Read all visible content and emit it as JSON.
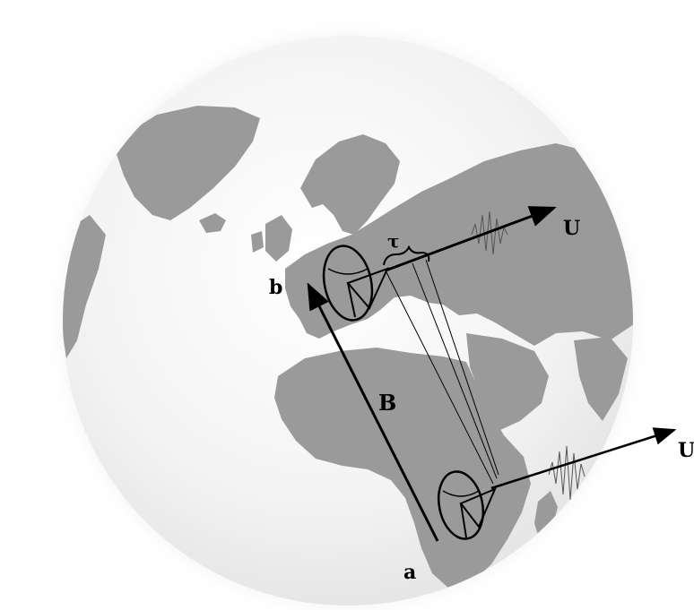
{
  "labels": {
    "point_a": "a",
    "point_b": "b",
    "baseline": "B",
    "delay": "τ",
    "source_direction_1": "U",
    "source_direction_2": "U"
  },
  "colors": {
    "ocean": "#f2f2f2",
    "land": "#9a9a9a",
    "ink": "#000000",
    "halo": "#d0d0d0"
  }
}
